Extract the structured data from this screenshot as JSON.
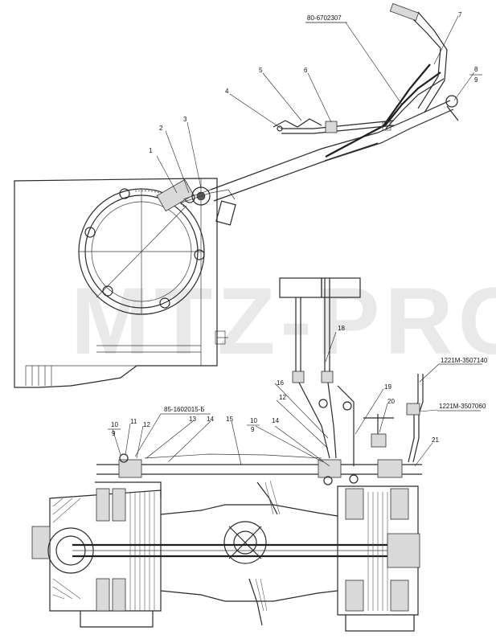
{
  "watermark": "MTZ-PRO",
  "callouts": [
    {
      "text": "1"
    },
    {
      "text": "2"
    },
    {
      "text": "3"
    },
    {
      "text": "4"
    },
    {
      "text": "5"
    },
    {
      "text": "6"
    },
    {
      "text": "7"
    },
    {
      "text": "8"
    },
    {
      "text": "9"
    },
    {
      "text": "10"
    },
    {
      "text": "9"
    },
    {
      "text": "11"
    },
    {
      "text": "12"
    },
    {
      "text": "13"
    },
    {
      "text": "14"
    },
    {
      "text": "15"
    },
    {
      "text": "10"
    },
    {
      "text": "9"
    },
    {
      "text": "14"
    },
    {
      "text": "16"
    },
    {
      "text": "12"
    },
    {
      "text": "18"
    },
    {
      "text": "19"
    },
    {
      "text": "20"
    },
    {
      "text": "21"
    }
  ],
  "part_numbers": [
    {
      "text": "80-6702307"
    },
    {
      "text": "85-1602015-Б"
    },
    {
      "text": "1221М-3507140"
    },
    {
      "text": "1221М-3507060"
    }
  ]
}
